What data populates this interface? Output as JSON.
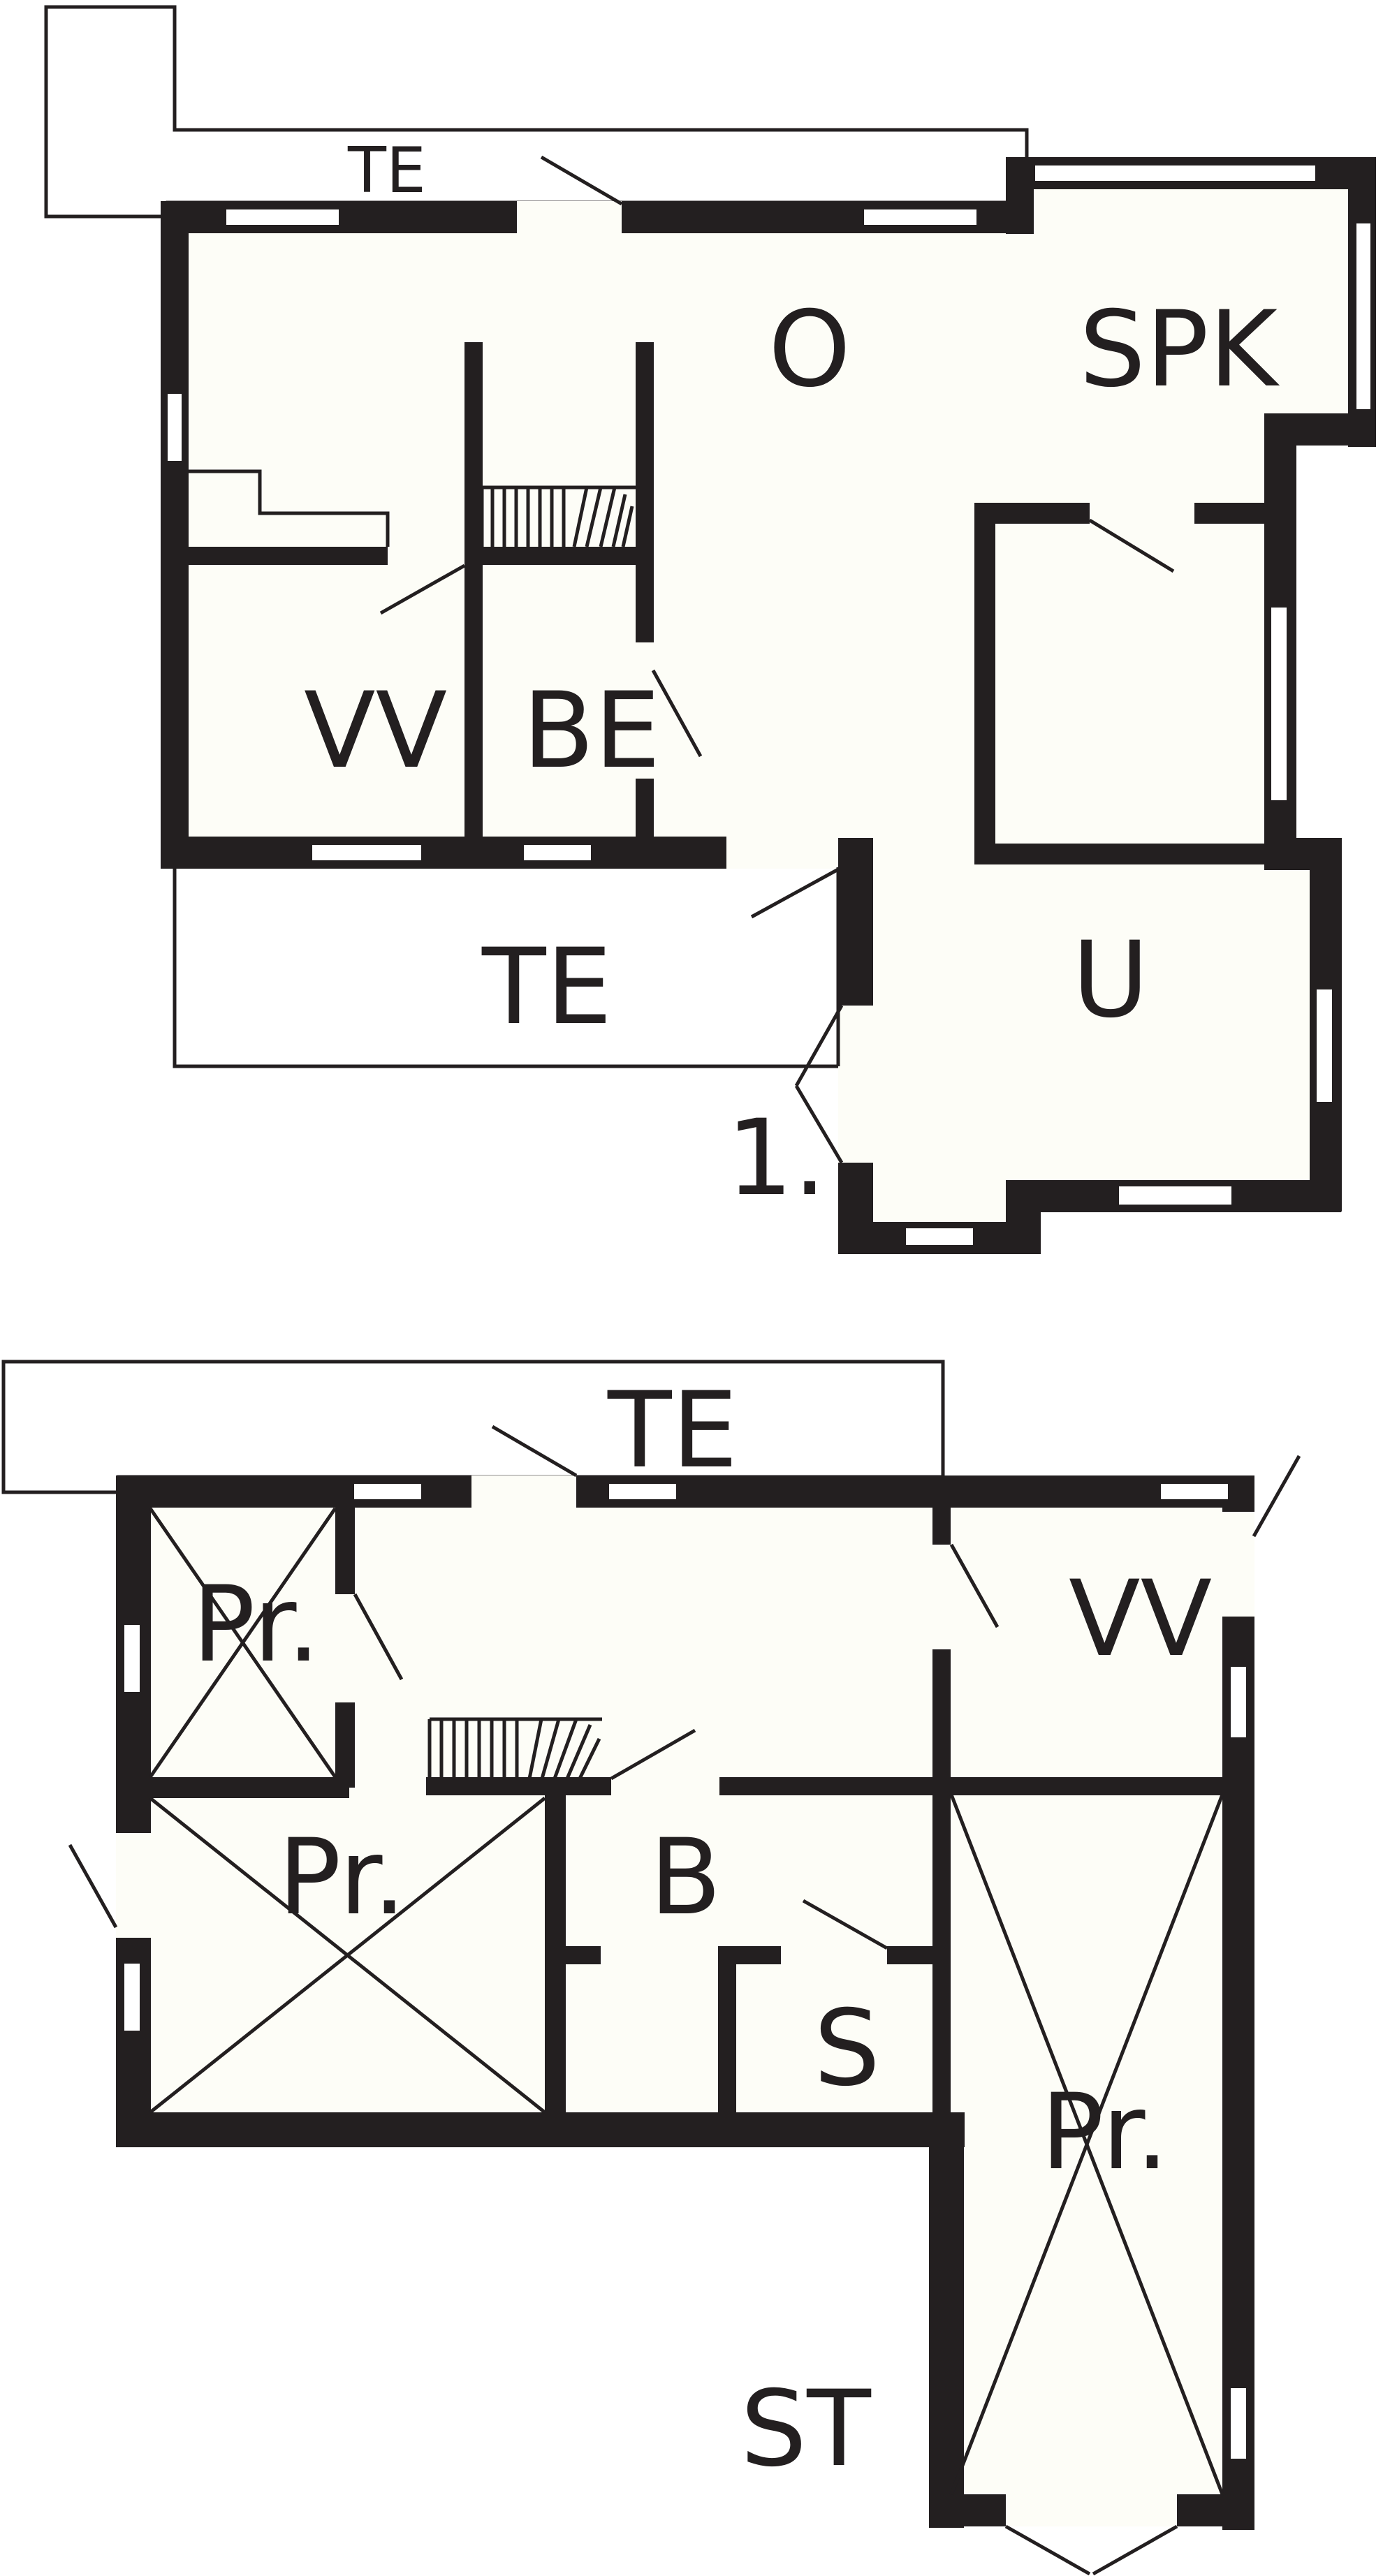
{
  "floor_1": {
    "label": "1.",
    "rooms": {
      "terrace_top": "TE",
      "living": "O",
      "dining_kitchen": "SPK",
      "toilet": "VV",
      "bath": "BE",
      "terrace_bottom": "TE",
      "utility": "U"
    }
  },
  "floor_2": {
    "rooms": {
      "terrace": "TE",
      "storage_small": "Pr.",
      "storage_left": "Pr.",
      "toilet": "VV",
      "bath": "B",
      "sauna": "S",
      "storage_right": "Pr.",
      "storage_st": "ST"
    }
  }
}
